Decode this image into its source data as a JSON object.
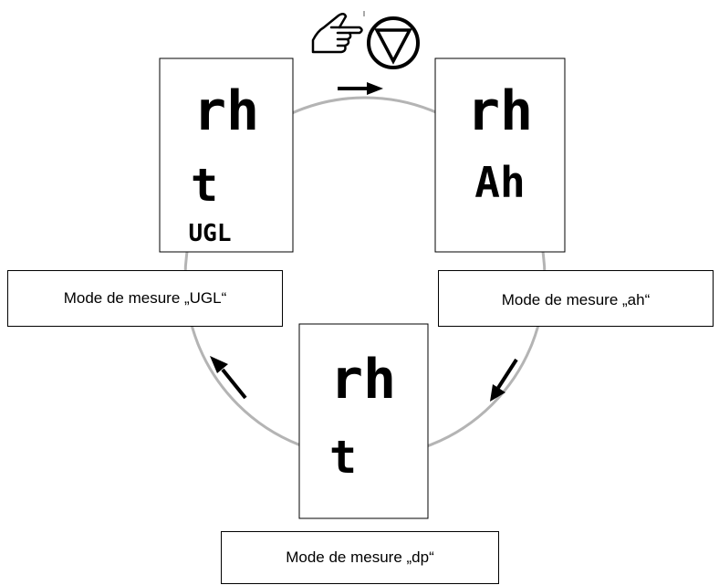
{
  "colors": {
    "ring": "#b4b4b4",
    "stroke": "#000000",
    "background": "#ffffff"
  },
  "icons": {
    "hand": "pointing-hand-icon",
    "button": "down-triangle-button-icon"
  },
  "displays": {
    "ugl": {
      "line1": "rh",
      "line2": "t",
      "line3": "UGL"
    },
    "ah": {
      "line1": "rh",
      "line2": "Ah"
    },
    "dp": {
      "line1": "rh",
      "line2": "t"
    }
  },
  "captions": {
    "ugl": "Mode de mesure „UGL“",
    "ah": "Mode de mesure „ah“",
    "dp": "Mode de mesure „dp“"
  }
}
